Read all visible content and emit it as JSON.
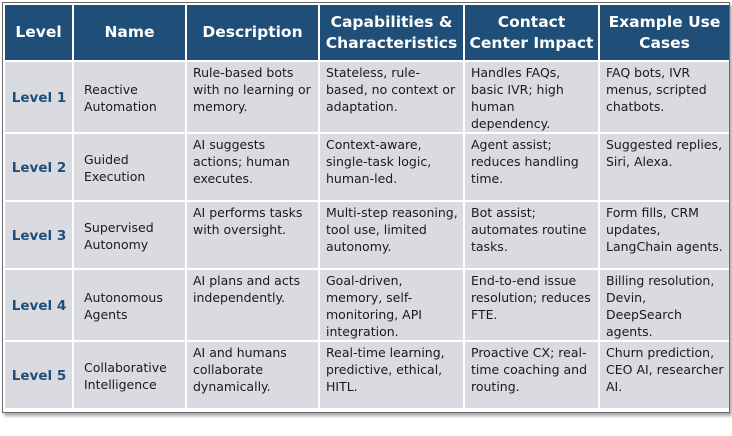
{
  "headers": [
    "Level",
    "Name",
    "Description",
    "Capabilities & Characteristics",
    "Contact Center Impact",
    "Example Use Cases"
  ],
  "rows": [
    {
      "level": "Level 1",
      "name": "Reactive Automation",
      "description": "Rule-based bots with no learning or memory.",
      "capabilities": "Stateless, rule-based, no context or adaptation.",
      "impact": "Handles FAQs, basic IVR; high human dependency.",
      "examples": "FAQ bots, IVR menus, scripted chatbots."
    },
    {
      "level": "Level 2",
      "name": "Guided Execution",
      "description": "AI suggests actions; human executes.",
      "capabilities": "Context-aware, single-task logic, human-led.",
      "impact": "Agent assist; reduces handling time.",
      "examples": "Suggested replies, Siri, Alexa."
    },
    {
      "level": "Level 3",
      "name": "Supervised Autonomy",
      "description": "AI performs tasks with oversight.",
      "capabilities": "Multi-step reasoning, tool use, limited autonomy.",
      "impact": "Bot assist; automates routine tasks.",
      "examples": "Form fills, CRM updates, LangChain agents."
    },
    {
      "level": "Level 4",
      "name": "Autonomous Agents",
      "description": "AI plans and acts independently.",
      "capabilities": "Goal-driven, memory, self-monitoring, API integration.",
      "impact": "End-to-end issue resolution; reduces FTE.",
      "examples": "Billing resolution, Devin, DeepSearch agents."
    },
    {
      "level": "Level 5",
      "name": "Collaborative Intelligence",
      "description": "AI and humans collaborate dynamically.",
      "capabilities": "Real-time learning, predictive, ethical, HITL.",
      "impact": "Proactive CX; real-time coaching and routing.",
      "examples": "Churn prediction, CEO AI, researcher AI."
    }
  ]
}
